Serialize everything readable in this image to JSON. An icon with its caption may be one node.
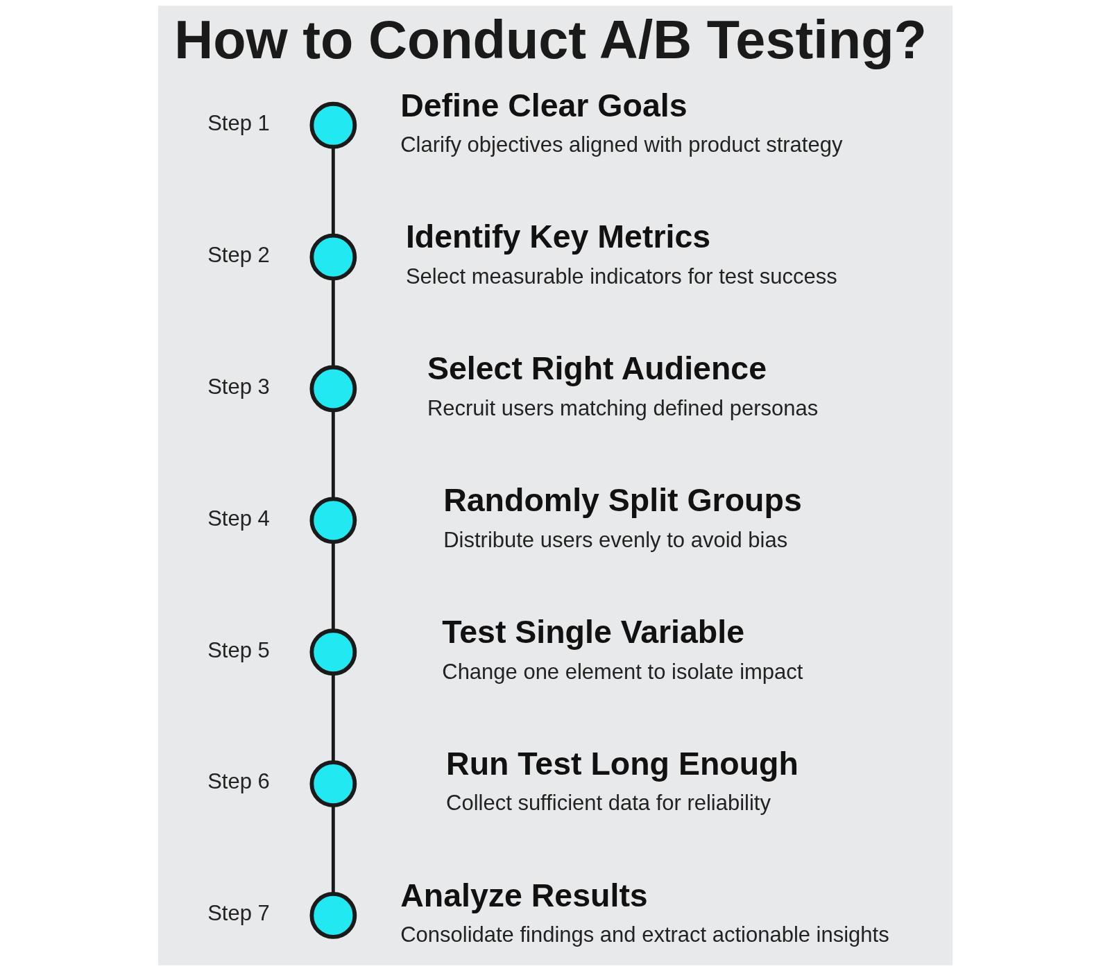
{
  "diagram": {
    "title": "How to Conduct A/B Testing?",
    "nodes": [
      {
        "text": [],
        "shape": "circle",
        "beside": [
          "Step 1",
          "Define Clear Goals",
          "Clarify objectives aligned with product strategy"
        ]
      },
      {
        "text": [],
        "shape": "circle",
        "beside": [
          "Step 2",
          "Identify Key Metrics",
          "Select measurable indicators for test success"
        ]
      },
      {
        "text": [],
        "shape": "circle",
        "beside": [
          "Step 3",
          "Select Right Audience",
          "Recruit users matching defined personas"
        ]
      },
      {
        "text": [],
        "shape": "circle",
        "beside": [
          "Step 4",
          "Randomly Split Groups",
          "Distribute users evenly to avoid bias"
        ]
      },
      {
        "text": [],
        "shape": "circle",
        "beside": [
          "Step 5",
          "Test Single Variable",
          "Change one element to isolate impact"
        ]
      },
      {
        "text": [],
        "shape": "circle",
        "beside": [
          "Step 6",
          "Run Test Long Enough",
          "Collect sufficient data for reliability"
        ]
      },
      {
        "text": [],
        "shape": "circle",
        "beside": [
          "Step 7",
          "Analyze Results",
          "Consolidate findings and extract actionable insights"
        ]
      }
    ],
    "edges": [
      {
        "from": 0,
        "to": 1,
        "arrow": "none"
      },
      {
        "from": 1,
        "to": 2,
        "arrow": "none"
      },
      {
        "from": 2,
        "to": 3,
        "arrow": "none"
      },
      {
        "from": 3,
        "to": 4,
        "arrow": "none"
      },
      {
        "from": 4,
        "to": 5,
        "arrow": "none"
      },
      {
        "from": 5,
        "to": 6,
        "arrow": "none"
      }
    ]
  }
}
